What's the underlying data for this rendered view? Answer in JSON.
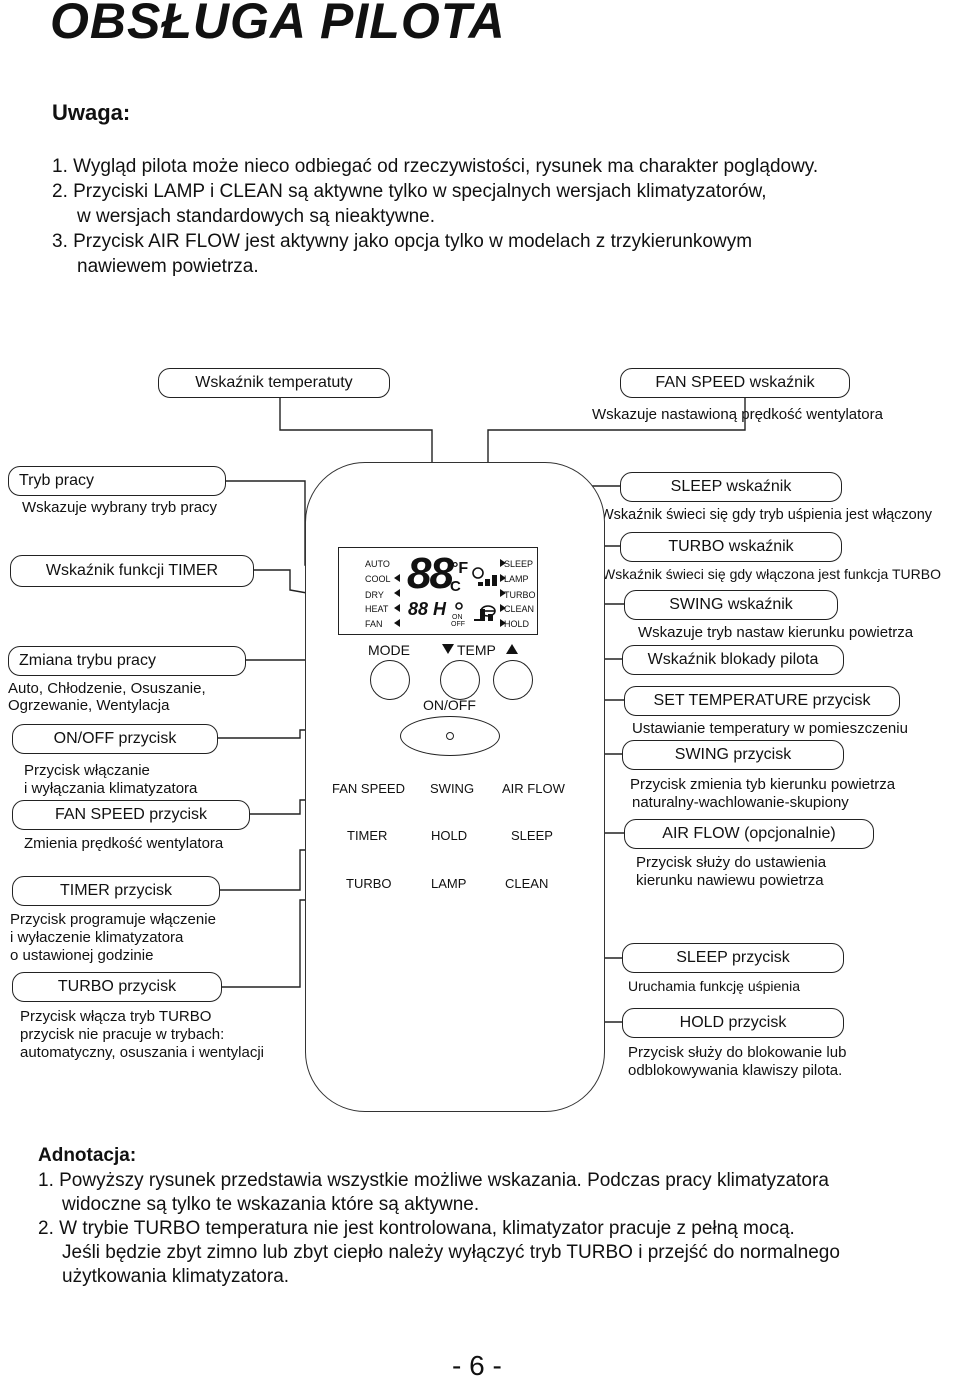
{
  "title": "OBSŁUGA PILOTA",
  "uwaga": {
    "heading": "Uwaga:",
    "lines": [
      "1. Wygląd pilota może nieco odbiegać od rzeczywistości, rysunek ma charakter poglądowy.",
      "2. Przyciski LAMP i CLEAN są aktywne tylko w specjalnych wersjach klimatyzatorów,",
      "w wersjach standardowych są nieaktywne.",
      "3. Przycisk AIR FLOW jest aktywny jako opcja tylko w modelach z trzykierunkowym",
      "nawiewem powietrza."
    ]
  },
  "left": {
    "temp_indicator": "Wskaźnik temperatuty",
    "mode": {
      "label": "Tryb pracy",
      "desc": "Wskazuje wybrany tryb pracy"
    },
    "timer_indicator": "Wskaźnik funkcji TIMER",
    "mode_change": {
      "label": "Zmiana trybu pracy",
      "desc": [
        "Auto, Chłodzenie, Osuszanie,",
        "Ogrzewanie, Wentylacja"
      ]
    },
    "onoff": {
      "label": "ON/OFF przycisk",
      "desc": [
        "Przycisk włączanie",
        "i wyłączania klimatyzatora"
      ]
    },
    "fanspeed": {
      "label": "FAN SPEED  przycisk",
      "desc": [
        "Zmienia prędkość wentylatora"
      ]
    },
    "timer": {
      "label": "TIMER  przycisk",
      "desc": [
        "Przycisk programuje włączenie",
        "i wyłaczenie klimatyzatora",
        "o ustawionej godzinie"
      ]
    },
    "turbo": {
      "label": "TURBO  przycisk",
      "desc": [
        "Przycisk włącza tryb TURBO",
        "przycisk nie pracuje w trybach:",
        "automatyczny, osuszania i wentylacji"
      ]
    }
  },
  "right": {
    "fanspeed_indicator": {
      "label": "FAN SPEED  wskaźnik",
      "desc": "Wskazuje nastawioną prędkość wentylatora"
    },
    "sleep_indicator": {
      "label": "SLEEP  wskaźnik",
      "desc": "Wskaźnik świeci się gdy tryb uśpienia jest włączony"
    },
    "turbo_indicator": {
      "label": "TURBO wskaźnik",
      "desc": "Wskaźnik świeci się gdy włączona jest funkcja TURBO"
    },
    "swing_indicator": {
      "label": "SWING wskaźnik",
      "desc": "Wskazuje tryb nastaw kierunku powietrza"
    },
    "lock_indicator": {
      "label": "Wskaźnik blokady pilota"
    },
    "set_temp": {
      "label": "SET TEMPERATURE przycisk",
      "desc": "Ustawianie temperatury w pomieszczeniu"
    },
    "swing": {
      "label": "SWING przycisk",
      "desc": [
        "Przycisk zmienia tyb kierunku powietrza",
        "naturalny-wachlowanie-skupiony"
      ]
    },
    "airflow": {
      "label": "AIR FLOW  (opcjonalnie)",
      "desc": [
        "Przycisk służy do ustawienia",
        "kierunku nawiewu powietrza"
      ]
    },
    "sleep": {
      "label": "SLEEP przycisk",
      "desc": "Uruchamia funkcję uśpienia"
    },
    "hold": {
      "label": "HOLD przycisk",
      "desc": [
        "Przycisk służy do blokowanie lub",
        "odblokowywania klawiszy pilota."
      ]
    }
  },
  "remote": {
    "lcd_left": [
      "AUTO",
      "COOL",
      "DRY",
      "HEAT",
      "FAN"
    ],
    "lcd_right": [
      "SLEEP",
      "LAMP",
      "TURBO",
      "CLEAN",
      "HOLD"
    ],
    "lcd_digits": "88",
    "lcd_unit_f": "°F",
    "lcd_unit_c": "°C",
    "lcd_timer": "88 H",
    "lcd_onoff": [
      "ON",
      "OFF"
    ],
    "mode": "MODE",
    "temp": "TEMP",
    "onoff": "ON/OFF",
    "row1": [
      "FAN SPEED",
      "SWING",
      "AIR FLOW"
    ],
    "row2": [
      "TIMER",
      "HOLD",
      "SLEEP"
    ],
    "row3": [
      "TURBO",
      "LAMP",
      "CLEAN"
    ]
  },
  "adnotacja": {
    "heading": "Adnotacja:",
    "lines": [
      "1. Powyższy rysunek przedstawia wszystkie możliwe wskazania. Podczas pracy klimatyzatora",
      "widoczne są tylko te wskazania które są aktywne.",
      "2. W trybie TURBO temperatura nie jest kontrolowana, klimatyzator pracuje z pełną mocą.",
      "Jeśli będzie zbyt zimno lub zbyt ciepło należy wyłączyć tryb TURBO i przejść do normalnego",
      "użytkowania klimatyzatora."
    ]
  },
  "page_number": "- 6 -"
}
